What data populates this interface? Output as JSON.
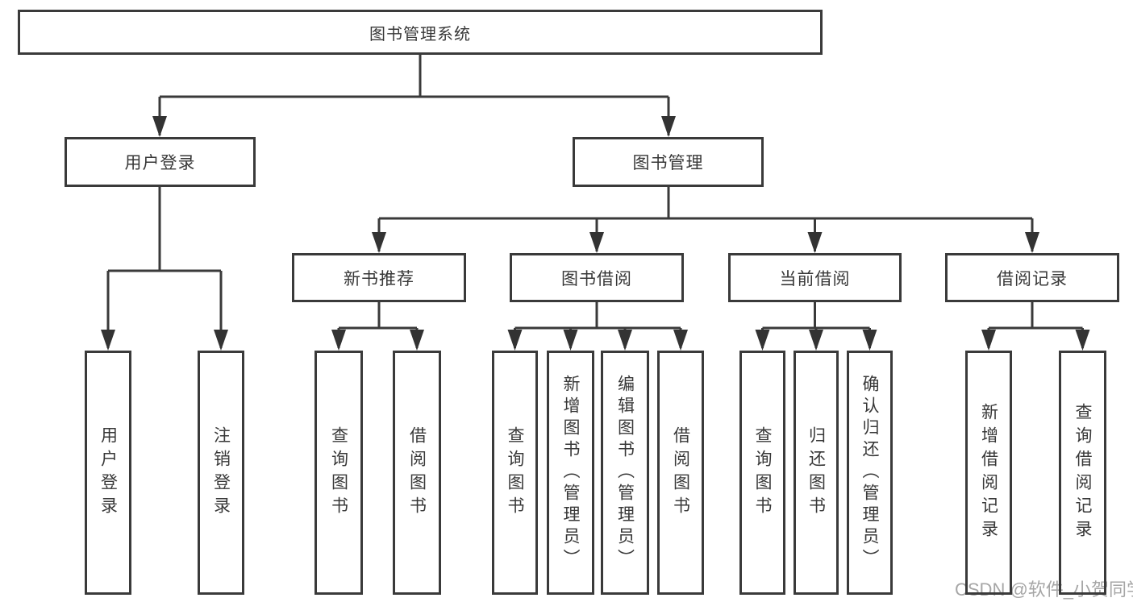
{
  "tree": {
    "label": "图书管理系统",
    "children": [
      {
        "label": "用户登录",
        "children": [
          {
            "label": "用户登录"
          },
          {
            "label": "注销登录"
          }
        ]
      },
      {
        "label": "图书管理",
        "children": [
          {
            "label": "新书推荐",
            "children": [
              {
                "label": "查询图书"
              },
              {
                "label": "借阅图书"
              }
            ]
          },
          {
            "label": "图书借阅",
            "children": [
              {
                "label": "查询图书"
              },
              {
                "label": "新增图书（管理员）"
              },
              {
                "label": "编辑图书（管理员）"
              },
              {
                "label": "借阅图书"
              }
            ]
          },
          {
            "label": "当前借阅",
            "children": [
              {
                "label": "查询图书"
              },
              {
                "label": "归还图书"
              },
              {
                "label": "确认归还（管理员）"
              }
            ]
          },
          {
            "label": "借阅记录",
            "children": [
              {
                "label": "新增借阅记录"
              },
              {
                "label": "查询借阅记录"
              }
            ]
          }
        ]
      }
    ]
  },
  "watermark": {
    "text": "CSDN @软件_小贺同学"
  },
  "colors": {
    "line": "#3a3a3a",
    "text": "#383838",
    "watermark": "#a6a6a6",
    "background": "#ffffff"
  }
}
